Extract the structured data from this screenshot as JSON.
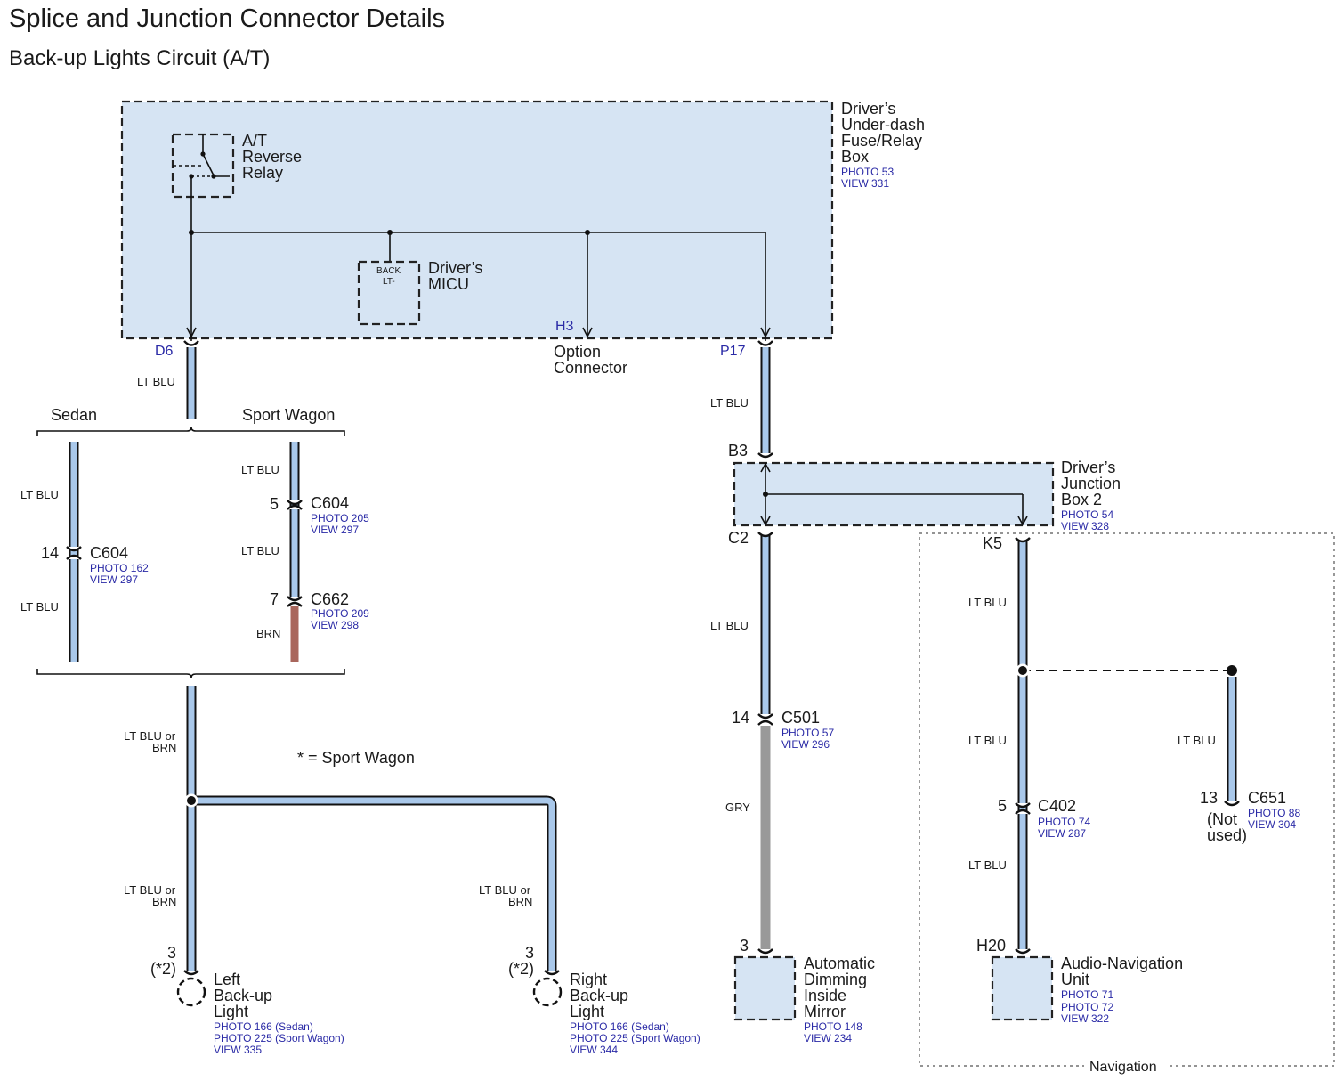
{
  "title": "Splice and Junction Connector Details",
  "subtitle": "Back-up Lights Circuit (A/T)",
  "fuse_box": {
    "name_lines": [
      "Driver’s",
      "Under-dash",
      "Fuse/Relay",
      "Box"
    ],
    "refs": [
      "PHOTO 53",
      "VIEW 331"
    ]
  },
  "relay": {
    "lines": [
      "A/T",
      "Reverse",
      "Relay"
    ]
  },
  "micu": {
    "inner": [
      "BACK",
      "LT-"
    ],
    "lines": [
      "Driver’s",
      "MICU"
    ]
  },
  "option_connector": {
    "pin": "H3",
    "lines": [
      "Option",
      "Connector"
    ]
  },
  "pins": {
    "d6": "D6",
    "p17": "P17",
    "b3": "B3",
    "c2": "C2",
    "k5": "K5",
    "h20": "H20"
  },
  "variants": {
    "sedan": "Sedan",
    "sport_wagon": "Sport Wagon",
    "note": "* = Sport Wagon"
  },
  "wire_colors": {
    "lt_blu": "LT BLU",
    "lt_blu_or": "LT BLU or",
    "brn": "BRN",
    "gry": "GRY"
  },
  "connectors": {
    "c604_sedan": {
      "pin": "14",
      "name": "C604",
      "refs": [
        "PHOTO 162",
        "VIEW 297"
      ]
    },
    "c604_wagon": {
      "pin": "5",
      "name": "C604",
      "refs": [
        "PHOTO 205",
        "VIEW 297"
      ]
    },
    "c662": {
      "pin": "7",
      "name": "C662",
      "refs": [
        "PHOTO 209",
        "VIEW 298"
      ]
    },
    "c501": {
      "pin": "14",
      "name": "C501",
      "refs": [
        "PHOTO 57",
        "VIEW 296"
      ]
    },
    "c402": {
      "pin": "5",
      "name": "C402",
      "refs": [
        "PHOTO 74",
        "VIEW 287"
      ]
    },
    "c651": {
      "pin": "13",
      "name": "C651",
      "refs": [
        "PHOTO 88",
        "VIEW 304"
      ],
      "note": [
        "(Not",
        "used)"
      ]
    }
  },
  "junction_box": {
    "lines": [
      "Driver’s",
      "Junction",
      "Box 2"
    ],
    "refs": [
      "PHOTO 54",
      "VIEW 328"
    ]
  },
  "left_light": {
    "pin": "3",
    "star": "(*2)",
    "lines": [
      "Left",
      "Back-up",
      "Light"
    ],
    "refs": [
      "PHOTO 166 (Sedan)",
      "PHOTO 225 (Sport Wagon)",
      "VIEW 335"
    ]
  },
  "right_light": {
    "pin": "3",
    "star": "(*2)",
    "lines": [
      "Right",
      "Back-up",
      "Light"
    ],
    "refs": [
      "PHOTO 166 (Sedan)",
      "PHOTO 225 (Sport Wagon)",
      "VIEW 344"
    ]
  },
  "mirror": {
    "pin": "3",
    "lines": [
      "Automatic",
      "Dimming",
      "Inside",
      "Mirror"
    ],
    "refs": [
      "PHOTO 148",
      "VIEW 234"
    ]
  },
  "nav_unit": {
    "lines": [
      "Audio-Navigation",
      "Unit"
    ],
    "refs": [
      "PHOTO 71",
      "PHOTO 72",
      "VIEW 322"
    ]
  },
  "navigation": {
    "label": "Navigation"
  },
  "colors": {
    "box_fill": "#d6e4f3",
    "wire_lt_blu": "#a9c8ea",
    "wire_brn": "#a9665c",
    "wire_gry": "#999999",
    "ref_text": "#2a2aa6"
  }
}
